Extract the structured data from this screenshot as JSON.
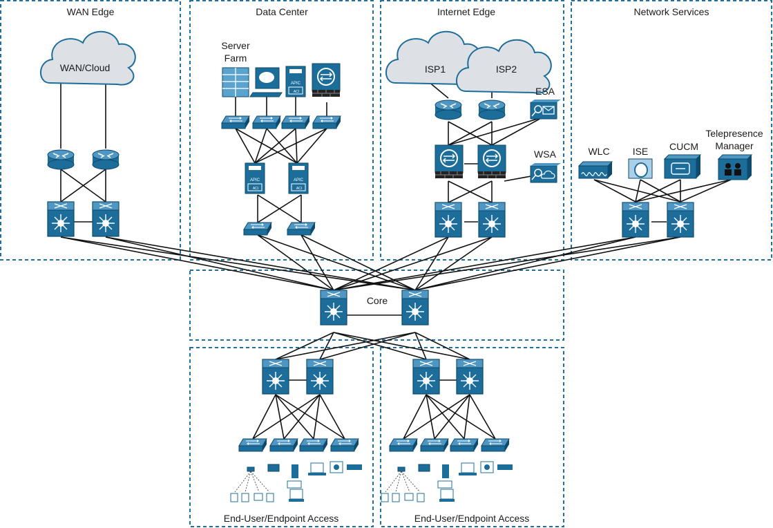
{
  "zones": {
    "wan_edge": "WAN Edge",
    "data_center": "Data Center",
    "internet_edge": "Internet Edge",
    "network_services": "Network Services",
    "core": "Core",
    "access_left": "End-User/Endpoint Access",
    "access_right": "End-User/Endpoint Access"
  },
  "labels": {
    "wan_cloud": "WAN/Cloud",
    "server_farm_1": "Server",
    "server_farm_2": "Farm",
    "isp1": "ISP1",
    "isp2": "ISP2",
    "esa": "ESA",
    "wsa": "WSA",
    "wlc": "WLC",
    "ise": "ISE",
    "cucm": "CUCM",
    "telepresence_1": "Telepresence",
    "telepresence_2": "Manager",
    "apic": "APIC",
    "aci": "ACI"
  },
  "colors": {
    "device": "#1c6d99",
    "device_dark": "#0e4a6c",
    "device_light": "#5aa3cc",
    "cloud": "#dde1e6",
    "zone_border": "#1f6f9a"
  }
}
